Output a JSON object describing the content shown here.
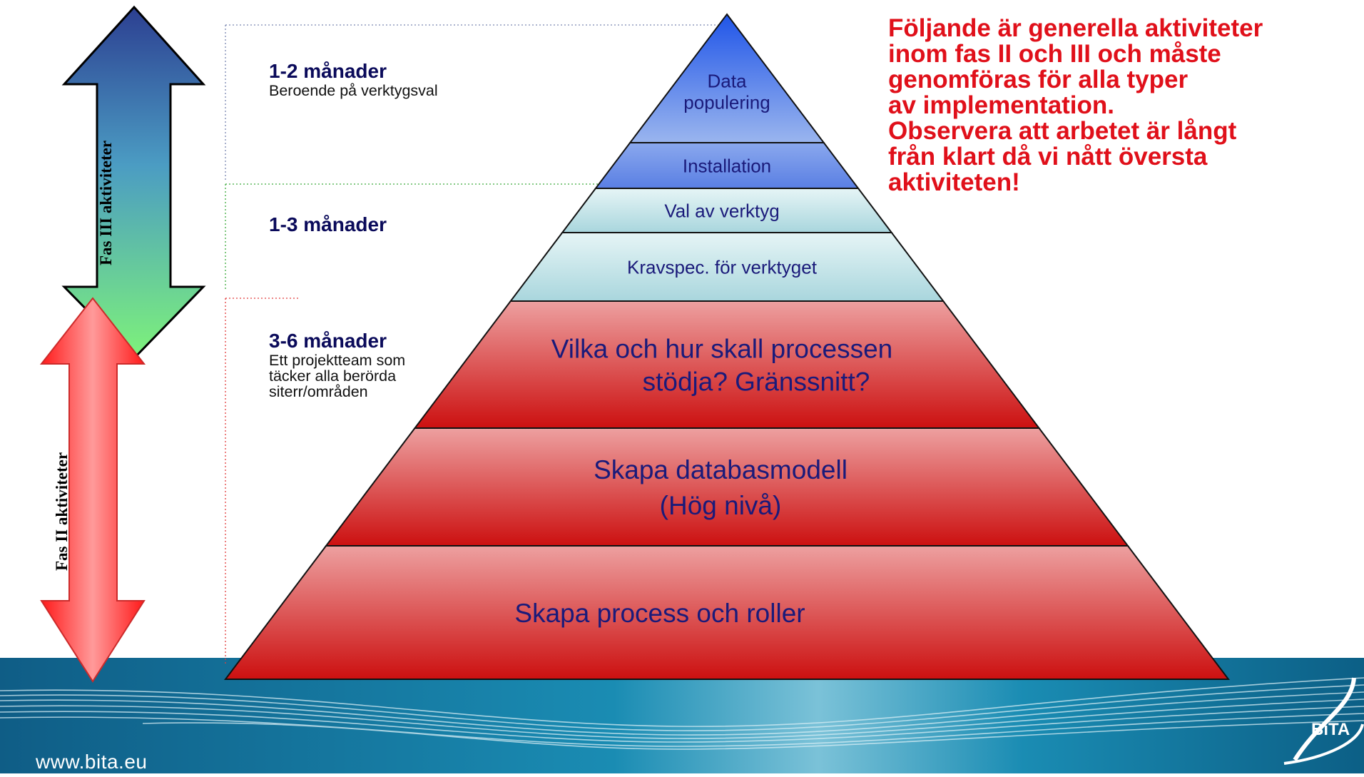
{
  "pyramid": {
    "levels": [
      {
        "id": "data-populering",
        "lines": [
          "Data",
          "populering"
        ],
        "fill": "#4d7fe6"
      },
      {
        "id": "installation",
        "lines": [
          "Installation"
        ],
        "fill": "#5a83e0"
      },
      {
        "id": "val-av-verktyg",
        "lines": [
          "Val av verktyg"
        ],
        "fill": "#d6eef0"
      },
      {
        "id": "kravspec",
        "lines": [
          "Kravspec. för verktyget"
        ],
        "fill": "#c0e2e6"
      },
      {
        "id": "vilka-och-hur",
        "lines": [
          "Vilka och hur skall processen",
          "stödja? Gränssnitt?"
        ],
        "fill": "#e48a8a"
      },
      {
        "id": "skapa-databasmodell",
        "lines": [
          "Skapa databasmodell",
          "(Hög nivå)"
        ],
        "fill": "#e06565"
      },
      {
        "id": "skapa-process",
        "lines": [
          "Skapa process och roller"
        ],
        "fill": "#d83030"
      }
    ]
  },
  "durations": {
    "fas3_top": {
      "heading": "1-2 månader",
      "sub": [
        "Beroende på verktygsval"
      ]
    },
    "fas3_mid": {
      "heading": "1-3 månader",
      "sub": []
    },
    "fas2": {
      "heading": "3-6  månader",
      "sub": [
        "Ett projektteam som",
        "täcker alla berörda",
        "siterr/områden"
      ]
    }
  },
  "arrows": {
    "fas3_label": "Fas III aktiviteter",
    "fas2_label": "Fas II aktiviteter"
  },
  "note": {
    "lines": [
      "Följande är generella aktiviteter",
      "inom fas II och III och måste",
      "genomföras för alla typer",
      "av implementation.",
      "Observera att arbetet är långt",
      "från klart då vi nått översta",
      "aktiviteten!"
    ]
  },
  "footer": {
    "url": "www.bita.eu",
    "logo_text": "BiTA"
  },
  "colors": {
    "note": "#e0101a",
    "heading": "#0a0a5a",
    "pyramid_text": "#1a1a7a",
    "banner": "#1d7fa8"
  }
}
